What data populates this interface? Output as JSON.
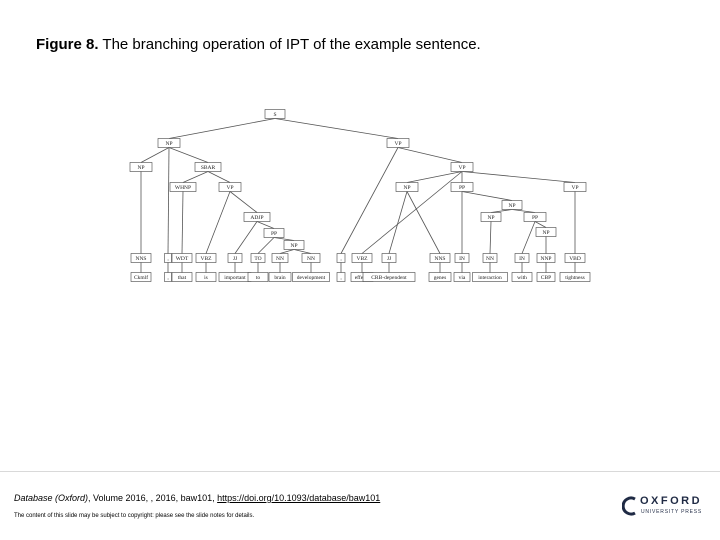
{
  "figure": {
    "label": "Figure 8.",
    "caption": " The branching operation of IPT of the example sentence."
  },
  "tree": {
    "nodes": [
      {
        "id": "S",
        "label": "S"
      },
      {
        "id": "NP1",
        "label": "NP"
      },
      {
        "id": "VP1",
        "label": "VP"
      },
      {
        "id": "NP2",
        "label": "NP"
      },
      {
        "id": "SBAR",
        "label": "SBAR"
      },
      {
        "id": "WHNP",
        "label": "WHNP"
      },
      {
        "id": "VP2",
        "label": "VP"
      },
      {
        "id": "ADJP",
        "label": "ADJP"
      },
      {
        "id": "PP1",
        "label": "PP"
      },
      {
        "id": "NP3",
        "label": "NP"
      },
      {
        "id": "VP3",
        "label": "VP"
      },
      {
        "id": "NP4",
        "label": "NP"
      },
      {
        "id": "PP2",
        "label": "PP"
      },
      {
        "id": "VP4",
        "label": "VP"
      },
      {
        "id": "NP5",
        "label": "NP"
      },
      {
        "id": "NP6",
        "label": "NP"
      },
      {
        "id": "PP3",
        "label": "PP"
      },
      {
        "id": "NP7",
        "label": "NP"
      }
    ],
    "tags": [
      "NNS",
      ",",
      "WDT",
      "VBZ",
      "JJ",
      "TO",
      "NN",
      "NN",
      ",",
      "VBZ",
      "JJ",
      "NNS",
      "IN",
      "NN",
      "IN",
      "NNP",
      "VBD"
    ],
    "words": [
      "Ckmlf",
      ",",
      "that",
      "is",
      "important",
      "to",
      "brain",
      "development",
      ",",
      "effects",
      "CRB-dependent",
      "genes",
      "via",
      "interaction",
      "with",
      "CBP",
      "tightness"
    ]
  },
  "footer": {
    "journal": "Database (Oxford)",
    "citation": ", Volume 2016, , 2016, baw101, ",
    "doi_link": "https://doi.org/10.1093/database/baw101",
    "notice": "The content of this slide may be subject to copyright: please see the slide notes for details.",
    "logo_word": "OXFORD",
    "logo_sub": "UNIVERSITY PRESS"
  }
}
